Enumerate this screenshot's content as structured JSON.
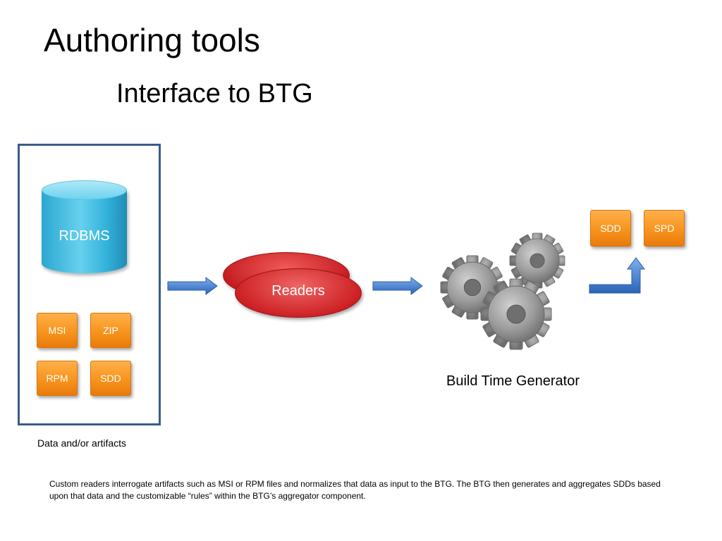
{
  "slide": {
    "title": "Authoring tools",
    "subtitle": "Interface to BTG"
  },
  "container": {
    "label": "Data and/or artifacts",
    "database_label": "RDBMS",
    "artifacts": [
      "MSI",
      "ZIP",
      "RPM",
      "SDD"
    ]
  },
  "readers": {
    "label": "Readers"
  },
  "generator": {
    "label": "Build Time Generator",
    "icon": "gears-icon"
  },
  "outputs": [
    "SDD",
    "SPD"
  ],
  "description": "Custom readers interrogate artifacts such as MSI or RPM files and normalizes that data as input to the BTG.  The BTG then generates and aggregates SDDs based upon that data and the customizable “rules” within the BTG’s aggregator component.",
  "colors": {
    "container_border": "#385d8a",
    "database": "#4cc3e8",
    "artifact_box": "#f7941d",
    "readers": "#d92a2a",
    "arrow": "#3b7bd2",
    "gear": "#9a9a9a"
  }
}
